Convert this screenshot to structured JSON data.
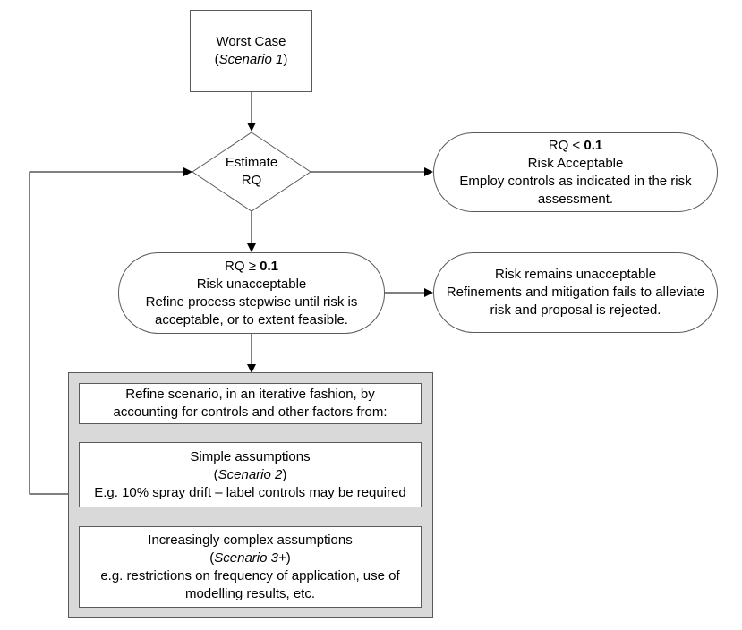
{
  "worst_case": {
    "line1": "Worst Case",
    "open": "(",
    "scenario": "Scenario 1",
    "close": ")"
  },
  "estimate": {
    "line1": "Estimate",
    "line2": "RQ"
  },
  "accept": {
    "rq_prefix": "RQ < ",
    "rq_value": "0.1",
    "line2": "Risk Acceptable",
    "line3": "Employ controls as indicated in the risk",
    "line4": "assessment."
  },
  "unaccept": {
    "rq_prefix": "RQ ≥ ",
    "rq_value": "0.1",
    "line2": "Risk unacceptable",
    "line3": "Refine process stepwise until risk is",
    "line4": "acceptable, or to extent feasible."
  },
  "rejected": {
    "line1": "Risk remains unacceptable",
    "line2": "Refinements and mitigation fails to alleviate",
    "line3": "risk and proposal is rejected."
  },
  "refine": {
    "line1": "Refine scenario, in an iterative fashion, by",
    "line2": "accounting for controls and other factors from:"
  },
  "simple": {
    "line1": "Simple assumptions",
    "open": "(",
    "scenario": "Scenario 2",
    "close": ")",
    "line3": "E.g. 10% spray drift – label controls may be required"
  },
  "complex": {
    "line1": "Increasingly complex assumptions",
    "open": "(",
    "scenario": "Scenario 3+",
    "close": ")",
    "line3": "e.g. restrictions on frequency of application, use of",
    "line4": "modelling results, etc."
  },
  "colors": {
    "line": "#000000",
    "border": "#5a5a5a",
    "panel": "#d9d9d9"
  }
}
